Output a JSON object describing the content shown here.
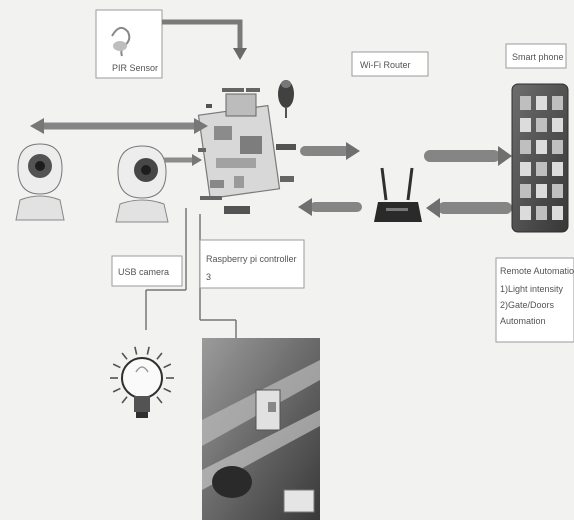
{
  "labels": {
    "pir_sensor": "PIR Sensor",
    "wifi_router": "Wi-Fi Router",
    "smartphone": "Smart phone",
    "usb_camera": "USB camera",
    "raspberry_controller": "Raspberry pi controller",
    "raspberry_controller_line2": "3"
  },
  "features": {
    "title": "Remote Automation",
    "items": [
      "1)Light intensity",
      "2)Gate/Doors",
      "Automation"
    ]
  },
  "colors": {
    "background": "#f2f2f0",
    "arrow": "#8a8a8a",
    "line": "#777777",
    "box_border": "#8f8f8f"
  }
}
